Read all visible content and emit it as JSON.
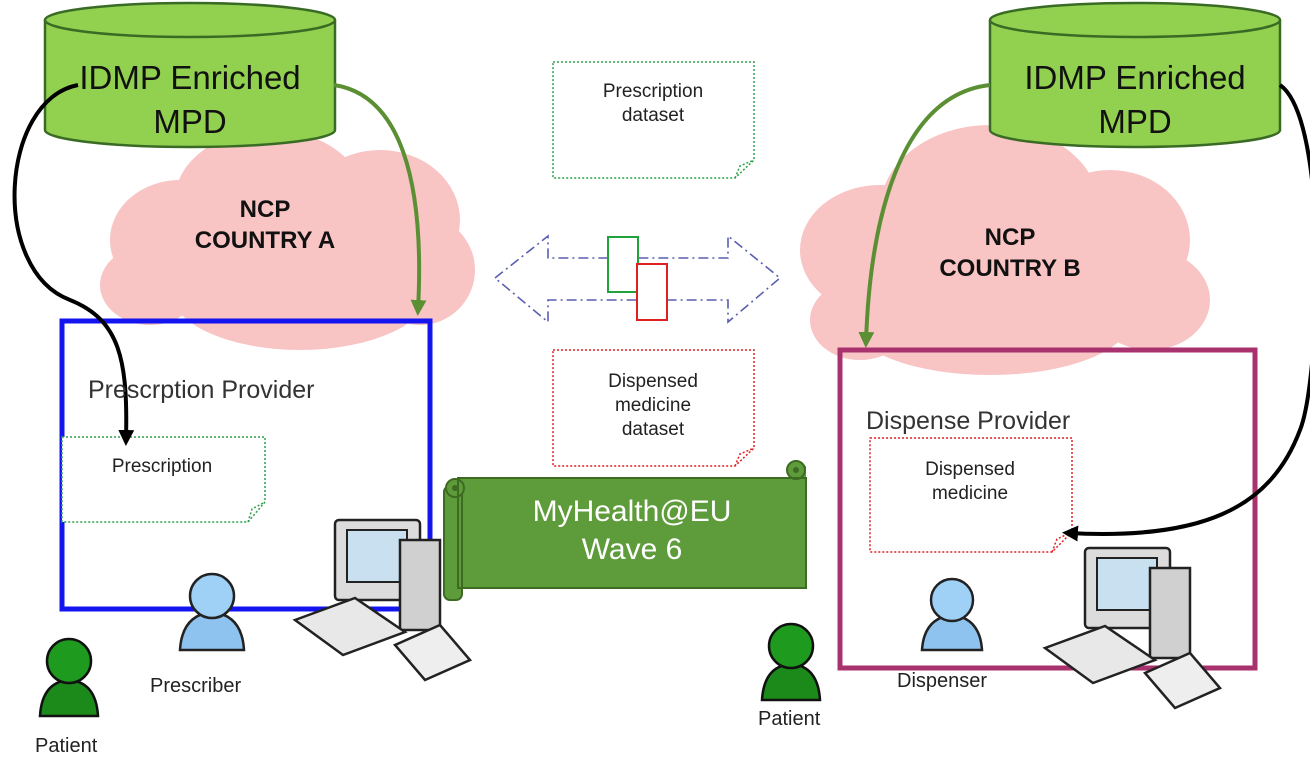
{
  "databases": {
    "left": {
      "line1": "IDMP Enriched",
      "line2": "MPD"
    },
    "right": {
      "line1": "IDMP Enriched",
      "line2": "MPD"
    }
  },
  "clouds": {
    "left": {
      "line1": "NCP",
      "line2": "COUNTRY A"
    },
    "right": {
      "line1": "NCP",
      "line2": "COUNTRY B"
    }
  },
  "datasets": {
    "prescription": {
      "line1": "Prescription",
      "line2": "dataset"
    },
    "dispensed": {
      "line1": "Dispensed",
      "line2": "medicine",
      "line3": "dataset"
    }
  },
  "providers": {
    "left": {
      "title": "Prescrption Provider",
      "document": "Prescription"
    },
    "right": {
      "title": "Dispense Provider",
      "doc_line1": "Dispensed",
      "doc_line2": "medicine"
    }
  },
  "people": {
    "prescriber": "Prescriber",
    "patient_left": "Patient",
    "dispenser": "Dispenser",
    "patient_right": "Patient"
  },
  "banner": {
    "line1": "MyHealth@EU",
    "line2": "Wave 6"
  },
  "colors": {
    "db_fill": "#92d050",
    "db_stroke": "#3a6b25",
    "cloud": "#f8c4c4",
    "provider_left": "#1414f0",
    "provider_right": "#a8326e",
    "green_arrow": "#5b8f33",
    "banner_fill": "#5e9b3a",
    "prescription_doc": "#2da04a",
    "dispensed_doc": "#e02020",
    "exchange_arrow": "#5a5fb0"
  }
}
